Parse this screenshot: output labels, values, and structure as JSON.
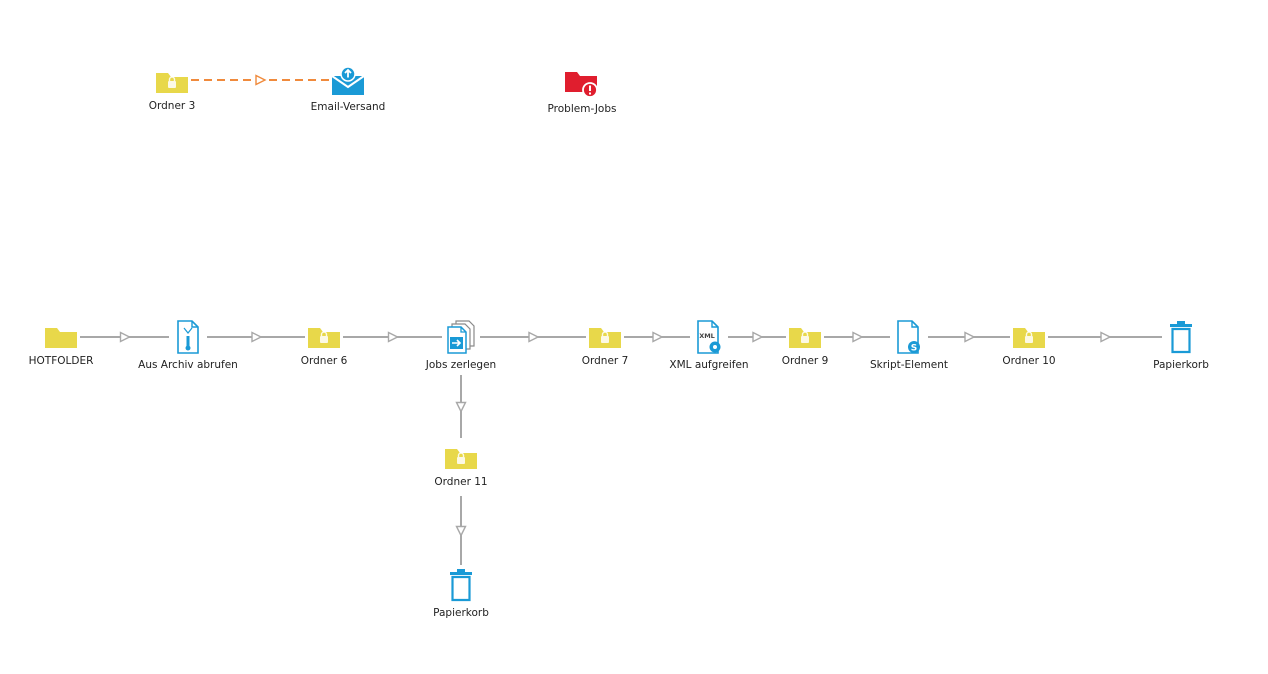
{
  "colors": {
    "folder": "#e8d84a",
    "folder_lock": "#ffffff",
    "problem_folder": "#e01e2e",
    "connector": "#a8a8a8",
    "connector_email": "#f08a3c",
    "icon_blue": "#1a9ad6"
  },
  "nodes": {
    "ordner3": {
      "label": "Ordner 3",
      "icon": "locked-folder-icon"
    },
    "email": {
      "label": "Email-Versand",
      "icon": "email-icon"
    },
    "problem": {
      "label": "Problem-Jobs",
      "icon": "problem-folder-icon"
    },
    "hotfolder": {
      "label": "HOTFOLDER",
      "icon": "folder-icon"
    },
    "archiv": {
      "label": "Aus Archiv abrufen",
      "icon": "archive-retrieve-icon"
    },
    "ordner6": {
      "label": "Ordner 6",
      "icon": "locked-folder-icon"
    },
    "jobs": {
      "label": "Jobs zerlegen",
      "icon": "split-jobs-icon"
    },
    "ordner7": {
      "label": "Ordner 7",
      "icon": "locked-folder-icon"
    },
    "xml": {
      "label": "XML aufgreifen",
      "icon": "xml-pickup-icon"
    },
    "ordner9": {
      "label": "Ordner 9",
      "icon": "locked-folder-icon"
    },
    "skript": {
      "label": "Skript-Element",
      "icon": "script-element-icon"
    },
    "ordner10": {
      "label": "Ordner 10",
      "icon": "locked-folder-icon"
    },
    "papierkorb1": {
      "label": "Papierkorb",
      "icon": "trash-icon"
    },
    "ordner11": {
      "label": "Ordner 11",
      "icon": "locked-folder-icon"
    },
    "papierkorb2": {
      "label": "Papierkorb",
      "icon": "trash-icon"
    }
  },
  "connections": [
    {
      "from": "ordner3",
      "to": "email",
      "style": "dashed"
    },
    {
      "from": "hotfolder",
      "to": "archiv",
      "style": "solid"
    },
    {
      "from": "archiv",
      "to": "ordner6",
      "style": "solid"
    },
    {
      "from": "ordner6",
      "to": "jobs",
      "style": "solid"
    },
    {
      "from": "jobs",
      "to": "ordner7",
      "style": "solid"
    },
    {
      "from": "ordner7",
      "to": "xml",
      "style": "solid"
    },
    {
      "from": "xml",
      "to": "ordner9",
      "style": "solid"
    },
    {
      "from": "ordner9",
      "to": "skript",
      "style": "solid"
    },
    {
      "from": "skript",
      "to": "ordner10",
      "style": "solid"
    },
    {
      "from": "ordner10",
      "to": "papierkorb1",
      "style": "solid"
    },
    {
      "from": "jobs",
      "to": "ordner11",
      "style": "solid"
    },
    {
      "from": "ordner11",
      "to": "papierkorb2",
      "style": "solid"
    }
  ]
}
